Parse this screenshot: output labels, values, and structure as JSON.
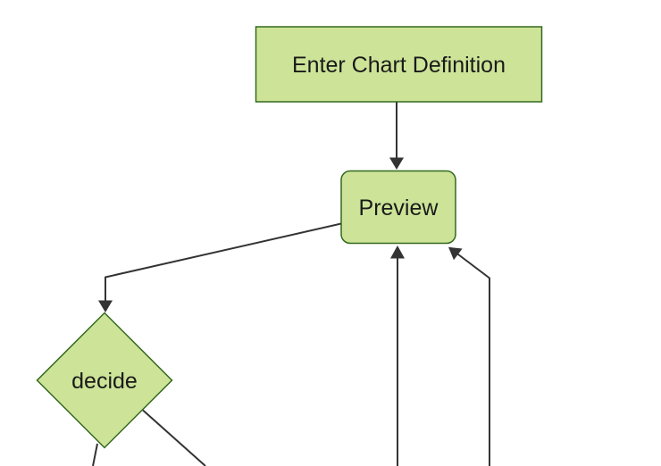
{
  "diagram": {
    "type": "flowchart",
    "direction": "top-down",
    "nodes": [
      {
        "id": "A",
        "label": "Enter Chart Definition",
        "shape": "rectangle"
      },
      {
        "id": "B",
        "label": "Preview",
        "shape": "rounded-rectangle"
      },
      {
        "id": "C",
        "label": "decide",
        "shape": "diamond"
      }
    ],
    "edges": [
      {
        "from": "A",
        "to": "B",
        "arrowhead": "visible"
      },
      {
        "from": "B",
        "to": "C",
        "arrowhead": "visible"
      },
      {
        "from": "C",
        "to": "offscreen-bottom-left",
        "arrowhead": "offscreen"
      },
      {
        "from": "C",
        "to": "offscreen-bottom-right",
        "arrowhead": "offscreen"
      },
      {
        "from": "offscreen-bottom-center",
        "to": "B",
        "arrowhead": "visible"
      },
      {
        "from": "offscreen-bottom-right",
        "to": "B",
        "arrowhead": "visible"
      }
    ],
    "colors": {
      "background": "#ffffff",
      "node_fill": "#cde498",
      "node_border": "#33691e",
      "edge_line": "#333333",
      "arrowhead": "#333333",
      "label_text": "#1a1a1a"
    }
  }
}
